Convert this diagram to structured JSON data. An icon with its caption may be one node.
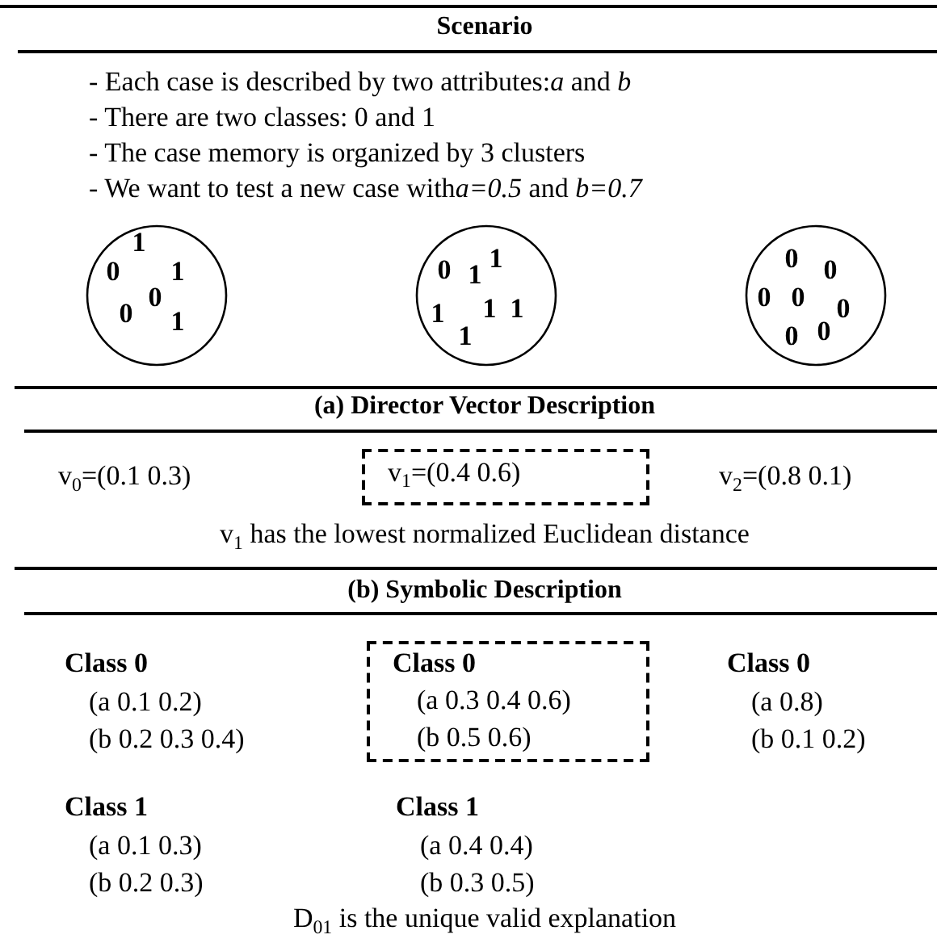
{
  "diagram": {
    "nodes": [
      {
        "text": [
          "1",
          "0",
          "1",
          "0",
          "0",
          "1"
        ]
      },
      {
        "text": [
          "0",
          "1",
          "1",
          "1",
          "1",
          "1",
          "1"
        ]
      },
      {
        "text": [
          "0",
          "0",
          "0",
          "0",
          "0",
          "0",
          "0"
        ]
      },
      {
        "text": [
          "v$_{1}$=(0.4 0.6)"
        ]
      },
      {
        "text": [
          "Class 0",
          "(a 0.3 0.4 0.6)",
          "(b 0.5 0.6)"
        ]
      }
    ],
    "labels": [
      "Scenario",
      "- Each case is described by two attributes:*a* and *b*",
      "- There are two classes: 0 and 1",
      "- The case memory is organized by 3 clusters",
      "- We want to test a new case with",
      "*a=0.5* and *b=0.7*",
      "(a) Director Vector Description",
      "v$_{0}$=(0.1 0.3)",
      "v$_{2}$=(0.8 0.1)",
      "v$_{1}$ has the lowest normalized Euclidean distance",
      "(b) Symbolic Description",
      "Class 0",
      "(a 0.1 0.2)",
      "(b 0.2 0.3 0.4)",
      "Class 0",
      "(a 0.8)",
      "(b 0.1 0.2)",
      "Class 1",
      "(a 0.1 0.3)",
      "(b 0.2 0.3)",
      "Class 1",
      "(a 0.4 0.4)",
      "(b 0.3 0.5)",
      "D$_{01}$ is the unique valid explanation"
    ]
  }
}
